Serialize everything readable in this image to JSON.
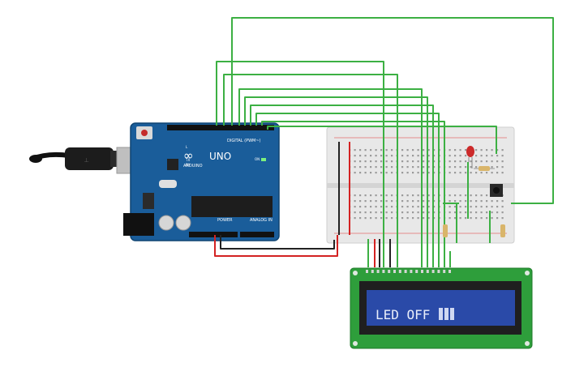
{
  "arduino": {
    "logo": "ARDUINO",
    "model": "UNO",
    "digital_label": "DIGITAL (PWM~)",
    "power_label": "POWER",
    "analog_label": "ANALOG IN",
    "tx_label": "TX",
    "rx_label": "RX",
    "l_label": "L",
    "on_label": "ON"
  },
  "lcd": {
    "line1": "LED OFF",
    "backlight_color": "#2a4aa8",
    "board_color": "#2e9e3b"
  },
  "colors": {
    "board": "#1a5d9a",
    "wire_green": "#3cb043",
    "wire_red": "#d32222",
    "wire_black": "#222222",
    "breadboard": "#e8e8e8"
  }
}
